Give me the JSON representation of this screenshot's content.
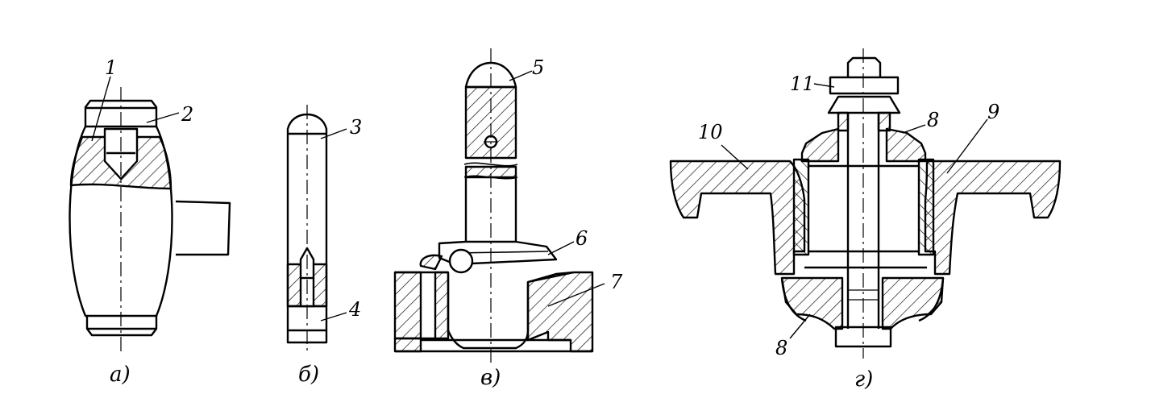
{
  "figure": {
    "labels": [
      "1",
      "2",
      "3",
      "4",
      "5",
      "6",
      "7",
      "8",
      "8",
      "9",
      "10",
      "11"
    ],
    "captions": [
      "а)",
      "б)",
      "в)",
      "г)"
    ],
    "colors": {
      "ink": "#000000",
      "paper": "#ffffff"
    }
  }
}
